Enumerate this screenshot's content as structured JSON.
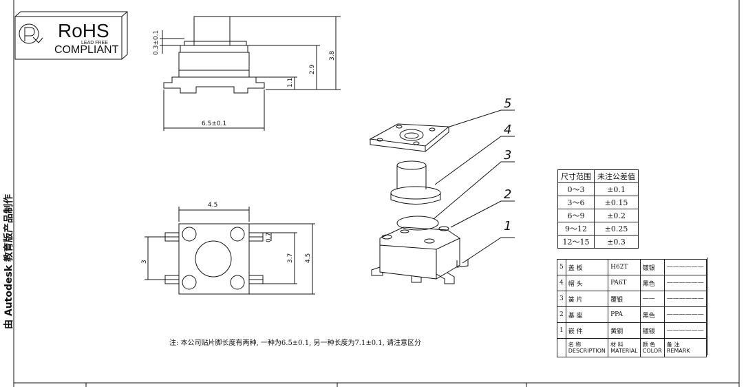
{
  "rohs": {
    "main": "RoHS",
    "lead_free": "LEAD FREE",
    "compliant": "COMPLIANT"
  },
  "side_text": "由 Autodesk 教育版产品制作",
  "dimensions": {
    "top_small": "0.3±0.1",
    "height_total": "3.8",
    "height_body": "2.9",
    "pin_height": "1.1",
    "width_leads": "6.5±0.1",
    "top_width": "4.5",
    "left_height": "3",
    "right_inner": "3.7",
    "right_outer": "4.5",
    "pad_width": "0.7"
  },
  "callouts": [
    "5",
    "4",
    "3",
    "2",
    "1"
  ],
  "note": "注: 本公司贴片脚长度有两种, 一种为6.5±0.1, 另一种长度为7.1±0.1, 请注意区分",
  "tolerance_table": {
    "headers": [
      "尺寸范围",
      "未注公差值"
    ],
    "rows": [
      [
        "0～3",
        "±0.1"
      ],
      [
        "3～6",
        "±0.15"
      ],
      [
        "6～9",
        "±0.2"
      ],
      [
        "9～12",
        "±0.25"
      ],
      [
        "12～15",
        "±0.3"
      ]
    ]
  },
  "bom_table": {
    "rows": [
      [
        "5",
        "盖 板",
        "H62T",
        "镀银",
        "——————"
      ],
      [
        "4",
        "帽 头",
        "PA6T",
        "黑色",
        "——————"
      ],
      [
        "3",
        "簧 片",
        "覆银",
        "——",
        "——————"
      ],
      [
        "2",
        "基 座",
        "PPA",
        "黑色",
        "——————"
      ],
      [
        "1",
        "嵌 件",
        "黄铜",
        "镀银",
        "——————"
      ]
    ],
    "header": {
      "name_cn": "名 称",
      "name_en": "DESCRIPTION",
      "material_cn": "材 料",
      "material_en": "MATERIAL",
      "color_cn": "颜 色",
      "color_en": "COLOR",
      "remark_cn": "备 注",
      "remark_en": "REMARK"
    }
  }
}
